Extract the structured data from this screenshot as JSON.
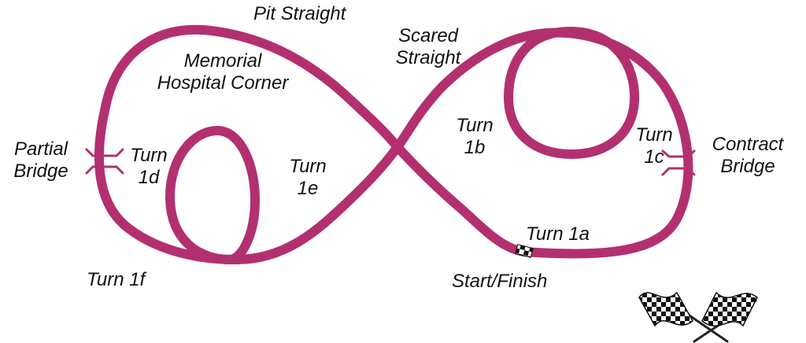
{
  "colors": {
    "track": "#b3306f",
    "ink": "#111111",
    "background": "#ffffff"
  },
  "labels": {
    "pit_straight": "Pit Straight",
    "scared_straight": "Scared\nStraight",
    "memorial_corner": "Memorial\nHospital Corner",
    "partial_bridge": "Partial\nBridge",
    "contract_bridge": "Contract\nBridge",
    "turn_1a": "Turn 1a",
    "turn_1b": "Turn\n1b",
    "turn_1c": "Turn\n1c",
    "turn_1d": "Turn\n1d",
    "turn_1e": "Turn\n1e",
    "turn_1f": "Turn 1f",
    "start_finish": "Start/Finish"
  },
  "icons": {
    "bridge": "bridge-icon",
    "checker": "start-finish-checker-icon",
    "flags": "checkered-flags-icon"
  }
}
